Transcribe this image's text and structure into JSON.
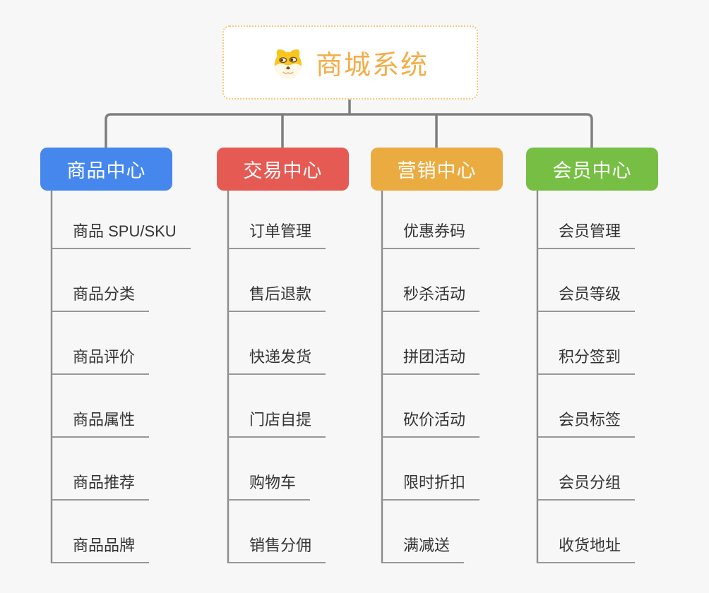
{
  "page": {
    "background_color": "#f7f7f7",
    "connector_color": "#7f7f7f",
    "leaf_line_color": "#979797",
    "leaf_text_color": "#333333"
  },
  "root": {
    "label": "商城系统",
    "icon": "dog-face-icon",
    "text_color": "#f2ae4a",
    "border_color": "#f5c77c",
    "background": "#ffffff"
  },
  "branches": [
    {
      "label": "商品中心",
      "color": "#4687ee",
      "items": [
        "商品 SPU/SKU",
        "商品分类",
        "商品评价",
        "商品属性",
        "商品推荐",
        "商品品牌"
      ]
    },
    {
      "label": "交易中心",
      "color": "#e65a54",
      "items": [
        "订单管理",
        "售后退款",
        "快递发货",
        "门店自提",
        "购物车",
        "销售分佣"
      ]
    },
    {
      "label": "营销中心",
      "color": "#eaac40",
      "items": [
        "优惠券码",
        "秒杀活动",
        "拼团活动",
        "砍价活动",
        "限时折扣",
        "满减送"
      ]
    },
    {
      "label": "会员中心",
      "color": "#76bf44",
      "items": [
        "会员管理",
        "会员等级",
        "积分签到",
        "会员标签",
        "会员分组",
        "收货地址"
      ]
    }
  ]
}
